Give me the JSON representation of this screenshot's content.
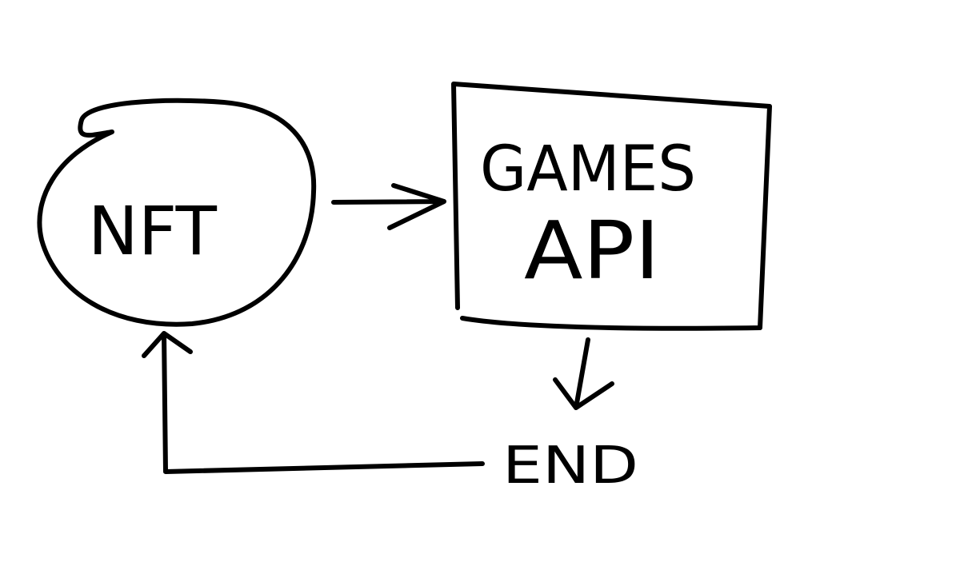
{
  "nodes": {
    "nft": {
      "label": "NFT"
    },
    "games_api": {
      "line1": "GAMES",
      "line2": "API"
    },
    "end": {
      "label": "END"
    }
  },
  "colors": {
    "ink": "#000000",
    "background": "#ffffff"
  }
}
